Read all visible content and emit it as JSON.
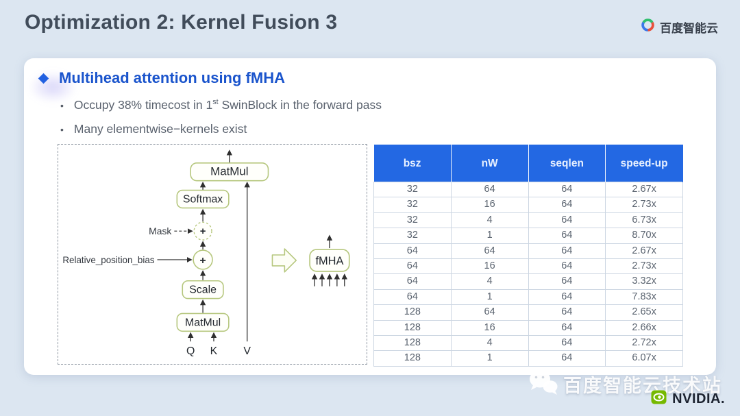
{
  "slide": {
    "title": "Optimization 2: Kernel Fusion 3",
    "brand_text": "百度智能云",
    "section": {
      "heading": "Multihead attention using fMHA",
      "bullets": [
        {
          "pre": "Occupy 38% timecost in 1",
          "sup": "st",
          "post": " SwinBlock in the forward pass"
        },
        {
          "pre": "Many elementwise−kernels exist",
          "sup": "",
          "post": ""
        }
      ]
    }
  },
  "diagram": {
    "matmul_top": "MatMul",
    "softmax": "Softmax",
    "mask_label": "Mask",
    "mask_plus": "+",
    "bias_label": "Relative_position_bias",
    "bias_plus": "+",
    "scale": "Scale",
    "matmul_bottom": "MatMul",
    "q_label": "Q",
    "k_label": "K",
    "v_label": "V",
    "fmha": "fMHA"
  },
  "table": {
    "headers": [
      "bsz",
      "nW",
      "seqlen",
      "speed-up"
    ],
    "rows": [
      [
        "32",
        "64",
        "64",
        "2.67x"
      ],
      [
        "32",
        "16",
        "64",
        "2.73x"
      ],
      [
        "32",
        "4",
        "64",
        "6.73x"
      ],
      [
        "32",
        "1",
        "64",
        "8.70x"
      ],
      [
        "64",
        "64",
        "64",
        "2.67x"
      ],
      [
        "64",
        "16",
        "64",
        "2.73x"
      ],
      [
        "64",
        "4",
        "64",
        "3.32x"
      ],
      [
        "64",
        "1",
        "64",
        "7.83x"
      ],
      [
        "128",
        "64",
        "64",
        "2.65x"
      ],
      [
        "128",
        "16",
        "64",
        "2.66x"
      ],
      [
        "128",
        "4",
        "64",
        "2.72x"
      ],
      [
        "128",
        "1",
        "64",
        "6.07x"
      ]
    ]
  },
  "footer": {
    "watermark_text": "百度智能云技术站",
    "nvidia_text": "NVIDIA."
  },
  "colors": {
    "background": "#dce6f1",
    "table_header_bg": "#2368e3",
    "heading_blue": "#1a54cc",
    "diagram_box_stroke": "#b6c77e",
    "nvidia_green": "#76b900",
    "baidu_green": "#2fbf6e",
    "baidu_blue": "#3a77ea",
    "baidu_red": "#e8503c"
  }
}
